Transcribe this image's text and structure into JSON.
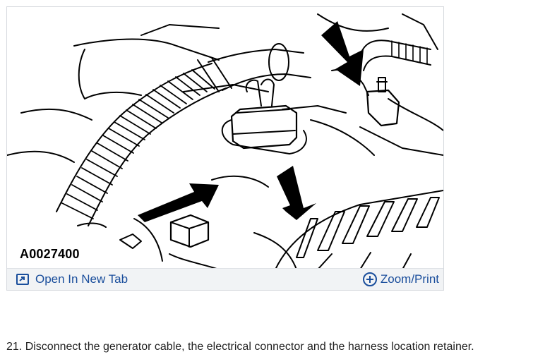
{
  "figure": {
    "id_label": "A0027400"
  },
  "toolbar": {
    "open_new_tab_label": "Open In New Tab",
    "zoom_print_label": "Zoom/Print",
    "link_color": "#1a4e9c"
  },
  "instructions": {
    "step_text": "21. Disconnect the generator cable, the electrical connector and the harness location retainer."
  },
  "icons": {
    "open_tab": "open-new-tab-icon",
    "zoom": "zoom-plus-icon"
  }
}
